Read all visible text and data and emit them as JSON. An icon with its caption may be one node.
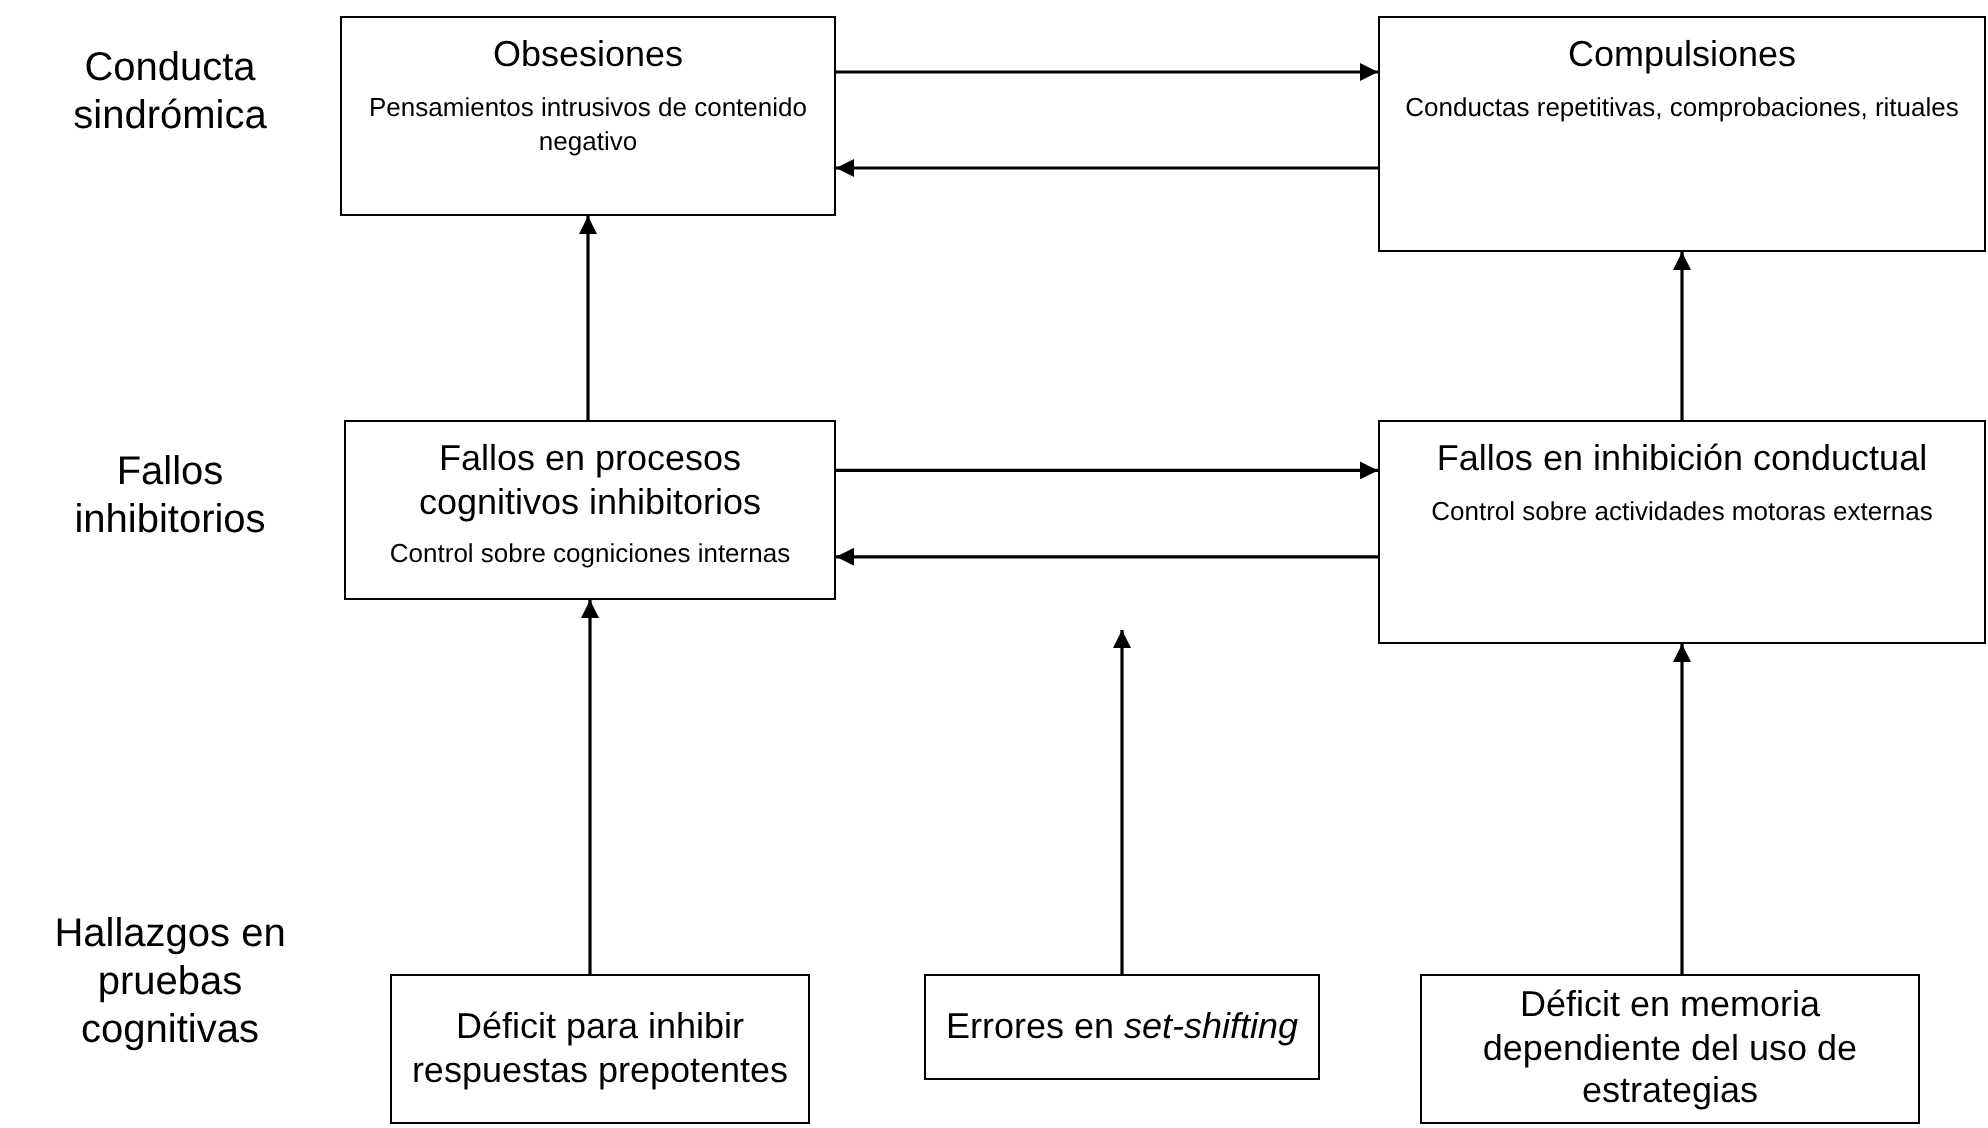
{
  "diagram": {
    "nodes": [
      {
        "text": [
          "Obsesiones",
          "Pensamientos intrusivos de contenido negativo"
        ]
      },
      {
        "text": [
          "Compulsiones",
          "Conductas repetitivas, comprobaciones, rituales"
        ]
      },
      {
        "text": [
          "Fallos en procesos cognitivos inhibitorios",
          "Control sobre cogniciones internas"
        ]
      },
      {
        "text": [
          "Fallos en inhibición conductual",
          "Control sobre actividades motoras externas"
        ]
      },
      {
        "text": [
          "Déficit para inhibir respuestas prepotentes"
        ]
      },
      {
        "text": [
          "Errores en *set-shifting*"
        ]
      },
      {
        "text": [
          "Déficit en memoria dependiente del uso de estrategias"
        ]
      }
    ],
    "edges": [
      {
        "from": 0,
        "to": 1,
        "arrow": "to"
      },
      {
        "from": 1,
        "to": 0,
        "arrow": "to"
      },
      {
        "from": 2,
        "to": 0,
        "arrow": "to"
      },
      {
        "from": 3,
        "to": 1,
        "arrow": "to"
      },
      {
        "from": 2,
        "to": 3,
        "arrow": "to"
      },
      {
        "from": 3,
        "to": 2,
        "arrow": "to"
      },
      {
        "from": 4,
        "to": 2,
        "arrow": "to"
      },
      {
        "from": 5,
        "to": null,
        "arrow": "to"
      },
      {
        "from": 6,
        "to": 3,
        "arrow": "to"
      }
    ],
    "labels": [
      "Conducta sindrómica",
      "Fallos inhibitorios",
      "Hallazgos en pruebas cognitivas"
    ]
  }
}
